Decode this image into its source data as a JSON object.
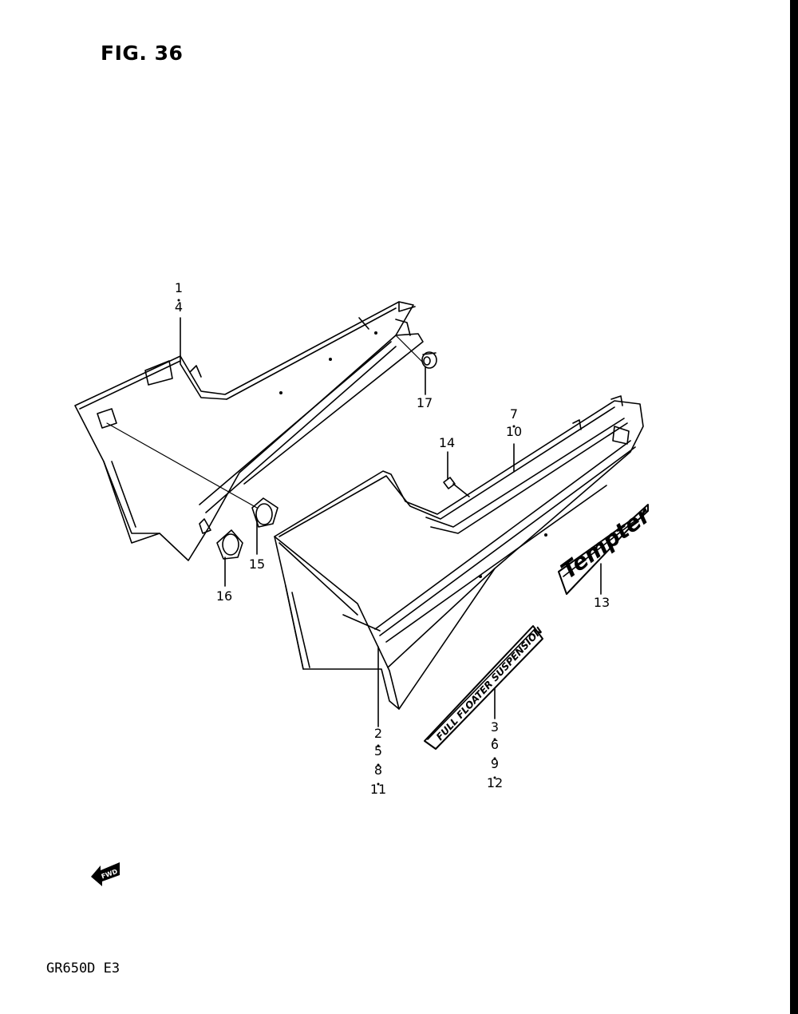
{
  "figure": {
    "title": "FIG. 36",
    "model": "GR650D  E3"
  },
  "callouts": {
    "c1": "1",
    "c4": "4",
    "c17": "17",
    "c7": "7",
    "c10": "10",
    "c14": "14",
    "c15": "15",
    "c16": "16",
    "c13": "13",
    "c2": "2",
    "c5": "5",
    "c8": "8",
    "c11": "11",
    "c3": "3",
    "c6": "6",
    "c9": "9",
    "c12": "12"
  },
  "emblems": {
    "tempter": "Tempter",
    "suspension": "FULL FLOATER SUSPENSION",
    "fwd": "FWD"
  },
  "colors": {
    "line": "#000000",
    "background": "#ffffff"
  }
}
